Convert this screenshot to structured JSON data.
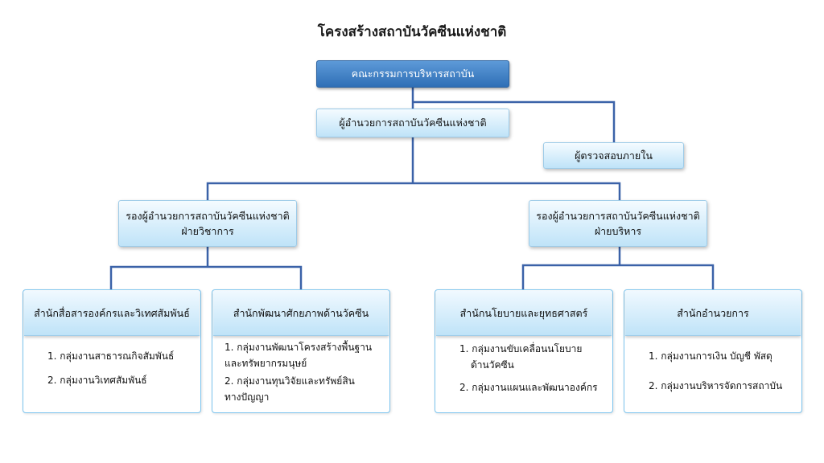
{
  "title": "โครงสร้างสถาบันวัคซีนแห่งชาติ",
  "nodes": {
    "board": "คณะกรรมการบริหารสถาบัน",
    "director": "ผู้อำนวยการสถาบันวัคซีนแห่งชาติ",
    "auditor": "ผู้ตรวจสอบภายใน",
    "deputy_academic": {
      "line1": "รองผู้อำนวยการสถาบันวัคซีนแห่งชาติ",
      "line2": "ฝ่ายวิชาการ"
    },
    "deputy_admin": {
      "line1": "รองผู้อำนวยการสถาบันวัคซีนแห่งชาติ",
      "line2": "ฝ่ายบริหาร"
    }
  },
  "departments": [
    {
      "name": "สำนักสื่อสารองค์กรและวิเทศสัมพันธ์",
      "items": [
        "1. กลุ่มงานสาธารณกิจสัมพันธ์",
        "2. กลุ่มงานวิเทศสัมพันธ์"
      ]
    },
    {
      "name": "สำนักพัฒนาศักยภาพด้านวัคซีน",
      "items": [
        "1. กลุ่มงานพัฒนาโครงสร้างพื้นฐาน",
        "และทรัพยากรมนุษย์",
        "2. กลุ่มงานทุนวิจัยและทรัพย์สิน",
        "ทางปัญญา"
      ]
    },
    {
      "name": "สำนักนโยบายและยุทธศาสตร์",
      "items": [
        "1. กลุ่มงานขับเคลื่อนนโยบาย",
        "ด้านวัคซีน",
        "2. กลุ่มงานแผนและพัฒนาองค์กร"
      ]
    },
    {
      "name": "สำนักอำนวยการ",
      "items": [
        "1. กลุ่มงานการเงิน บัญชี พัสดุ",
        "2. กลุ่มงานบริหารจัดการสถาบัน"
      ]
    }
  ],
  "colors": {
    "connector": "#3b62a8",
    "top_box": "#3c7bc4",
    "light_box": "#cdeafa",
    "dept_border": "#7cc4ee"
  }
}
